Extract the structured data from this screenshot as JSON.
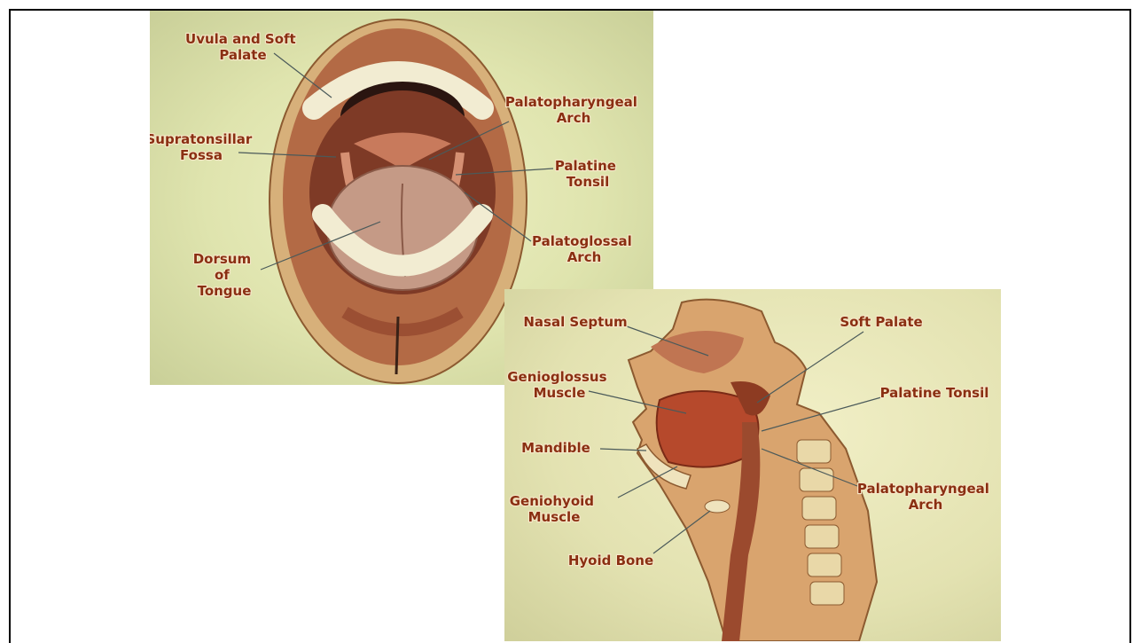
{
  "oral_panel": {
    "labels": {
      "uvula_soft_palate": [
        "Uvula and Soft",
        "Palate"
      ],
      "palatopharyngeal_arch": [
        "Palatopharyngeal",
        "Arch"
      ],
      "supratonsillar_fossa": [
        "Supratonsillar",
        "Fossa"
      ],
      "palatine_tonsil": [
        "Palatine",
        "Tonsil"
      ],
      "palatoglossal_arch": [
        "Palatoglossal",
        "Arch"
      ],
      "dorsum_of_tongue": [
        "Dorsum",
        "of",
        "Tongue"
      ]
    }
  },
  "sagittal_panel": {
    "labels": {
      "nasal_septum": "Nasal Septum",
      "soft_palate": "Soft Palate",
      "genioglossus_muscle": [
        "Genioglossus",
        "Muscle"
      ],
      "palatine_tonsil": "Palatine Tonsil",
      "mandible": "Mandible",
      "palatopharyngeal_arch": [
        "Palatopharyngeal",
        "Arch"
      ],
      "geniohyoid_muscle": [
        "Geniohyoid",
        "Muscle"
      ],
      "hyoid_bone": "Hyoid Bone"
    }
  },
  "colors": {
    "label_text": "#8a2f12",
    "tissue": "#a9573a",
    "leader_lines": "#4b5a5a"
  }
}
